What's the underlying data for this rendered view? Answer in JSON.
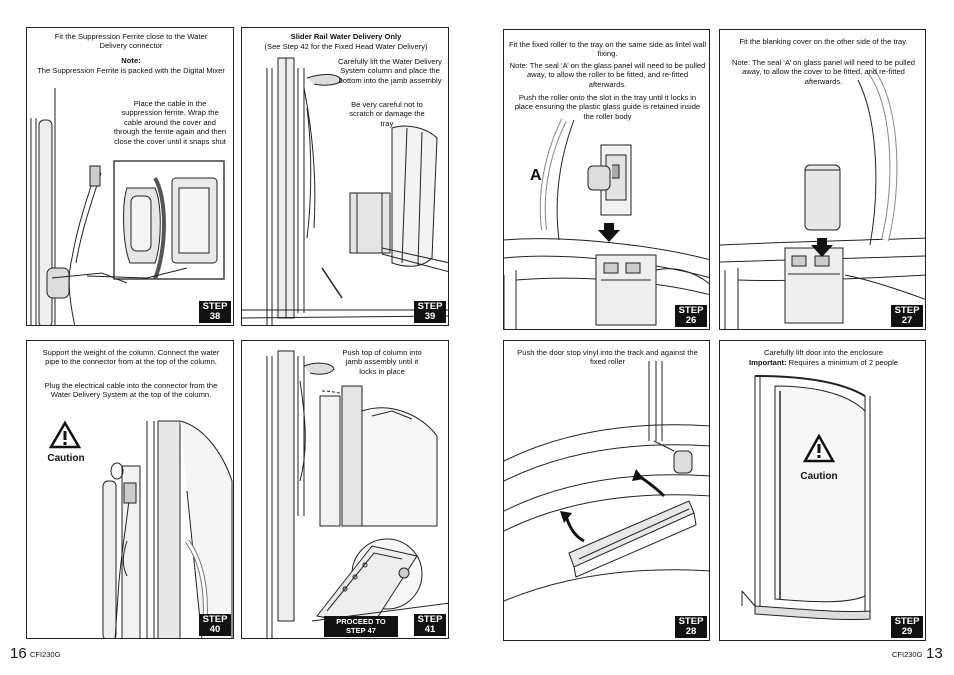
{
  "pages": {
    "left": {
      "number": "16",
      "code": "CFI230G"
    },
    "right": {
      "number": "13",
      "code": "CFI230G"
    }
  },
  "steps": {
    "s38": {
      "label": "STEP",
      "num": "38",
      "text1": "Fit the Suppression Ferrite close to the Water Delivery connector",
      "note_head": "Note:",
      "note_body": "The Suppression Ferrite is packed with the Digital Mixer",
      "text2": "Place the cable in the suppression ferrite. Wrap the cable around the cover and through the ferrite again and then close the cover until it snaps shut"
    },
    "s39": {
      "label": "STEP",
      "num": "39",
      "title": "Slider Rail Water Delivery Only",
      "subtitle": "(See Step 42 for the Fixed Head Water Delivery)",
      "text1": "Carefully lift the Water Delivery System column and place the bottom into the jamb assembly",
      "text2": "Be very careful not to scratch or damage the tray"
    },
    "s40": {
      "label": "STEP",
      "num": "40",
      "text1": "Support the weight of the column. Connect the water pipe to the connector from at the top of the column.",
      "text2": "Plug the electrical cable into the connector from the Water Delivery System at the top of the column.",
      "caution": "Caution"
    },
    "s41": {
      "label": "STEP",
      "num": "41",
      "text1": "Push top of column into jamb assembly until it locks in place",
      "proceed": "PROCEED TO STEP 47"
    },
    "s26": {
      "label": "STEP",
      "num": "26",
      "text1": "Fit the fixed roller to the tray on the same side as lintel wall fixing.",
      "text2": "Note: The seal ‘A’ on the glass panel will need to be pulled away, to allow the roller to be fitted, and re-fitted afterwards.",
      "text3": "Push the roller onto the slot in the tray until it locks in place ensuring the plastic glass guide is retained inside the roller body",
      "callout": "A"
    },
    "s27": {
      "label": "STEP",
      "num": "27",
      "text1": "Fit the blanking cover on the other side of the tray.",
      "text2": "Note: The seal ‘A’ on glass panel will need to be pulled away, to allow the cover to be fitted, and re-fitted afterwards."
    },
    "s28": {
      "label": "STEP",
      "num": "28",
      "text1": "Push the door stop vinyl into the track and against the fixed roller"
    },
    "s29": {
      "label": "STEP",
      "num": "29",
      "text1": "Carefully lift door into the enclosure",
      "important_head": "Important:",
      "important_body": "Requires a minimum of 2 people",
      "caution": "Caution"
    }
  }
}
